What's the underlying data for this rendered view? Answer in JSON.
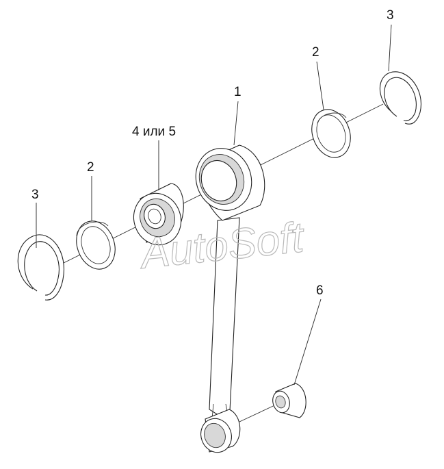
{
  "callouts": {
    "rod": "1",
    "washer_right": "2",
    "washer_left": "2",
    "ring_right": "3",
    "ring_left": "3",
    "bearing": "4 или 5",
    "bushing": "6"
  },
  "watermark": "AutoSoft"
}
